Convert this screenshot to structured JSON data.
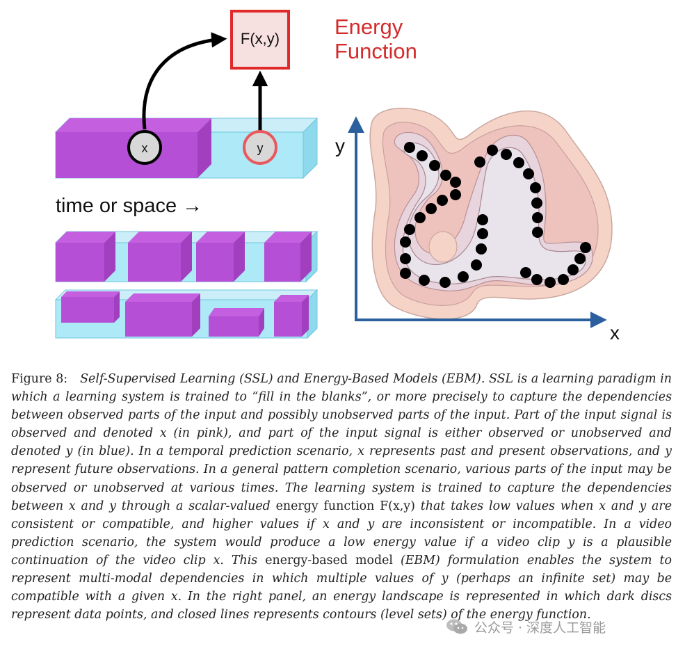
{
  "figure": {
    "energy_box_label": "F(x,y)",
    "energy_title_line1": "Energy",
    "energy_title_line2": "Function",
    "x_node": "x",
    "y_node": "y",
    "time_label": "time or space →",
    "axis_y_label": "y",
    "axis_x_label": "x",
    "colors": {
      "observed_pink": "#b44fd6",
      "unobserved_blue": "#aee9f7",
      "energy_red": "#d42a2a",
      "axis_blue": "#2c5f9e",
      "contour_outer": "#f5d3c6",
      "contour_inner": "#e3cdd6"
    }
  },
  "caption": {
    "label": "Figure 8:",
    "seg1": "Self-Supervised Learning (SSL) and Energy-Based Models (EBM). SSL is a learning paradigm in which a learning system is trained to “fill in the blanks”, or more precisely to capture the dependencies between observed parts of the input and possibly unobserved parts of the input. Part of the input signal is observed and denoted x (in pink), and part of the input signal is either observed or unobserved and denoted y (in blue). In a temporal prediction scenario, x represents past and present observations, and y represent future observations. In a general pattern completion scenario, various parts of the input may be observed or unobserved at various times. The learning system is trained to capture the dependencies between x and y through a scalar-valued",
    "seg2": "energy function F(x,y)",
    "seg3": "that takes low values when x and y are consistent or compatible, and higher values if x and y are inconsistent or incompatible. In a video prediction scenario, the system would produce a low energy value if a video clip y is a plausible continuation of the video clip x. This",
    "seg4": "energy-based model",
    "seg5": "(EBM) formulation enables the system to represent multi-modal dependencies in which multiple values of y (perhaps an infinite set) may be compatible with a given x. In the right panel, an energy landscape is represented in which dark discs represent data points, and closed lines represents contours (level sets) of the energy function."
  },
  "watermark": {
    "text": "公众号 · 深度人工智能",
    "icon": "wechat-icon"
  }
}
